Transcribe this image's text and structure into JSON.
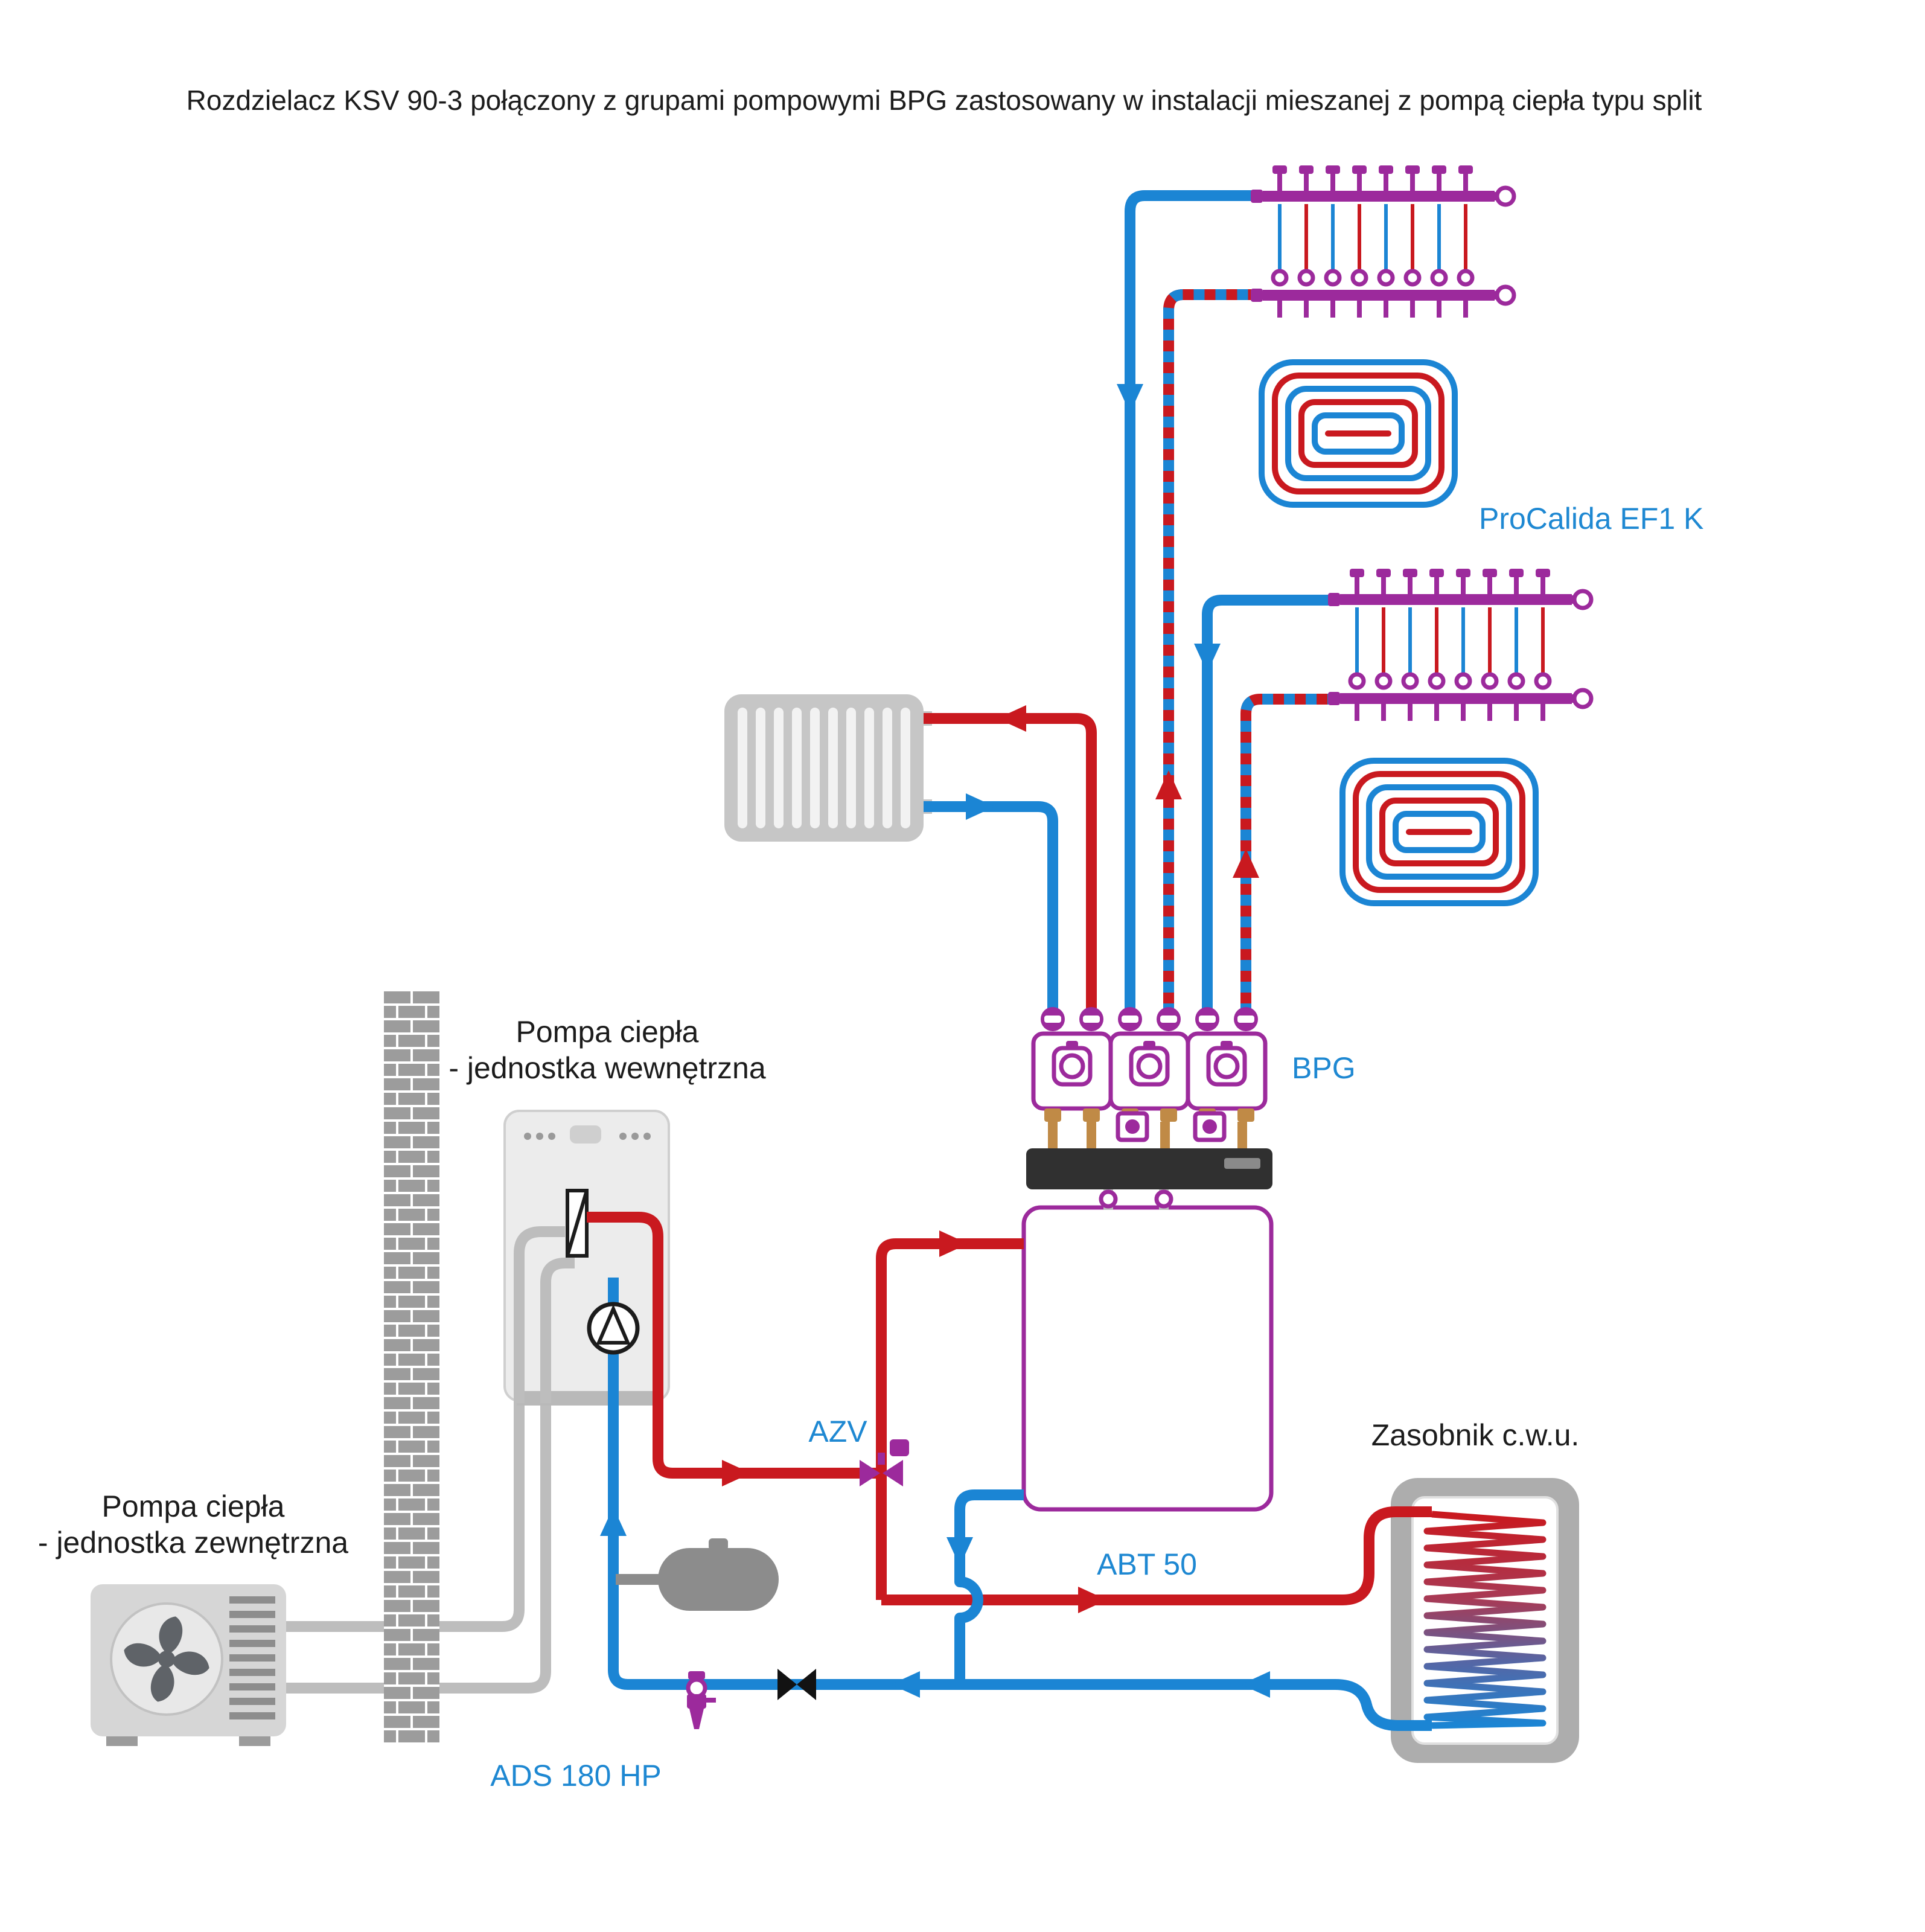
{
  "title": "Rozdzielacz KSV 90-3 połączony z grupami pompowymi BPG zastosowany w instalacji mieszanej z pompą ciepła typu split",
  "labels": {
    "floor_manifold": "ProCalida EF1 K",
    "pump_group": "BPG",
    "buffer_tank": "ABT 50",
    "dhw_tank": "Zasobnik c.w.u.",
    "azv_valve": "AZV",
    "ads_filter": "ADS 180 HP",
    "heat_pump_indoor_line1": "Pompa ciepła",
    "heat_pump_indoor_line2": "- jednostka wewnętrzna",
    "heat_pump_outdoor_line1": "Pompa ciepła",
    "heat_pump_outdoor_line2": "- jednostka zewnętrzna"
  },
  "colors": {
    "supply_red": "#c9191f",
    "return_blue": "#1b85d4",
    "component_purple": "#9c2a9c",
    "label_blue": "#1e88d2",
    "pipe_gray": "#bdbdbd",
    "brick_gray": "#9c9c9c",
    "text_dark": "#1c1c1c"
  }
}
